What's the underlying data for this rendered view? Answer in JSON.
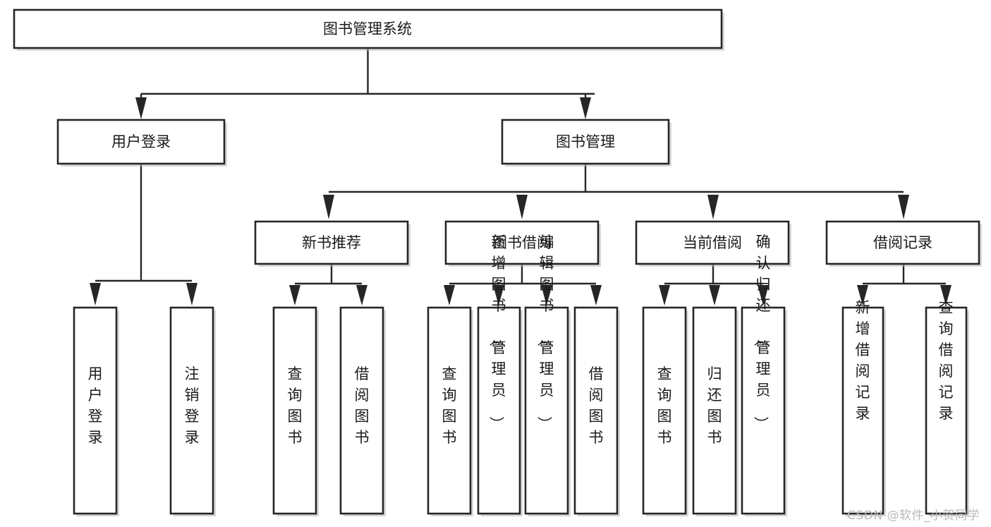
{
  "diagram": {
    "title": "图书管理系统",
    "type": "tree-hierarchy-chart",
    "root": {
      "id": "root",
      "label": "图书管理系统"
    },
    "level2": [
      {
        "id": "user-login",
        "label": "用户登录"
      },
      {
        "id": "book-management",
        "label": "图书管理"
      }
    ],
    "level3": [
      {
        "id": "new-book-recommend",
        "label": "新书推荐"
      },
      {
        "id": "book-borrow",
        "label": "图书借阅"
      },
      {
        "id": "current-borrow",
        "label": "当前借阅"
      },
      {
        "id": "borrow-record",
        "label": "借阅记录"
      }
    ],
    "leaves": {
      "user_login": [
        {
          "id": "leaf-user-login",
          "label": "用户登录"
        },
        {
          "id": "leaf-logout-login",
          "label": "注销登录"
        }
      ],
      "new_book_recommend": [
        {
          "id": "leaf-query-book-1",
          "label": "查询图书"
        },
        {
          "id": "leaf-borrow-book-1",
          "label": "借阅图书"
        }
      ],
      "book_borrow": [
        {
          "id": "leaf-query-book-2",
          "label": "查询图书"
        },
        {
          "id": "leaf-add-book-admin",
          "label": "新增图书（管理员）"
        },
        {
          "id": "leaf-edit-book-admin",
          "label": "编辑图书（管理员）"
        },
        {
          "id": "leaf-borrow-book-2",
          "label": "借阅图书"
        }
      ],
      "current_borrow": [
        {
          "id": "leaf-query-book-3",
          "label": "查询图书"
        },
        {
          "id": "leaf-return-book",
          "label": "归还图书"
        },
        {
          "id": "leaf-confirm-return-admin",
          "label": "确认归还（管理员）"
        }
      ],
      "borrow_record": [
        {
          "id": "leaf-add-borrow-record",
          "label": "新增借阅记录"
        },
        {
          "id": "leaf-query-borrow-record",
          "label": "查询借阅记录"
        }
      ]
    },
    "colors": {
      "box_fill": "#ffffff",
      "box_stroke": "#262626",
      "line": "#262626",
      "text": "#1b1b1b",
      "background": "#ffffff",
      "watermark": "#b9b9b9"
    }
  },
  "watermark": {
    "text": "CSDN @软件_小贺同学"
  }
}
